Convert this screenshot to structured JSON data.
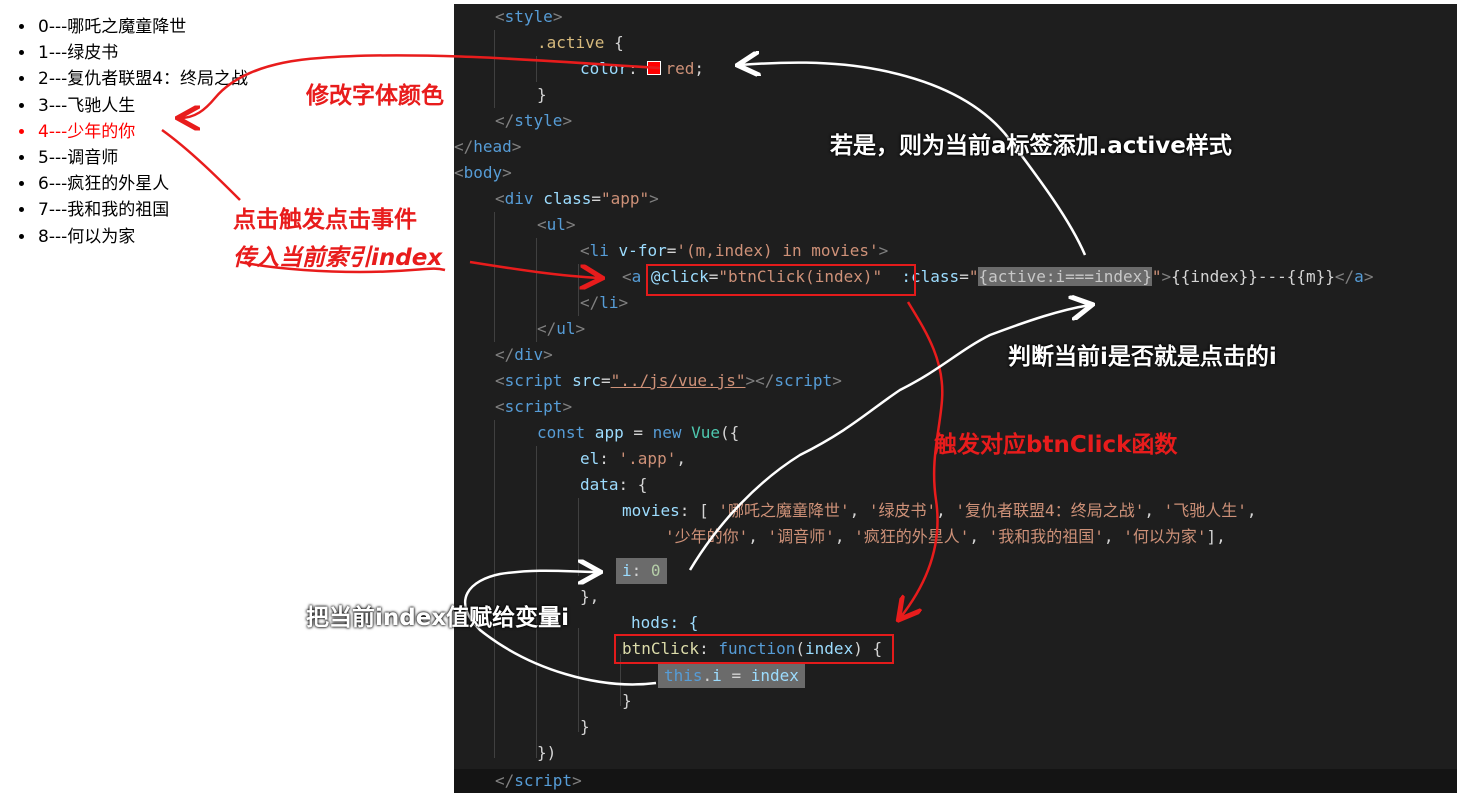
{
  "rendered_list": [
    "0---哪吒之魔童降世",
    "1---绿皮书",
    "2---复仇者联盟4：终局之战",
    "3---飞驰人生",
    "4---少年的你",
    "5---调音师",
    "6---疯狂的外星人",
    "7---我和我的祖国",
    "8---何以为家"
  ],
  "active_index": 4,
  "colors": {
    "active": "#ff0000",
    "editor_bg": "#1e1e1e",
    "annotation_red": "#e81c1c",
    "annotation_white": "#ffffff"
  },
  "code": {
    "l1": {
      "o": "<",
      "tag": "style",
      "c": ">"
    },
    "l2": {
      "sel": ".active",
      "brace": " {"
    },
    "l3": {
      "prop": "color",
      "colon": ": ",
      "value": "red",
      "semi": ";"
    },
    "l4": {
      "brace": "}"
    },
    "l5": {
      "o": "</",
      "tag": "style",
      "c": ">"
    },
    "l6": {
      "o": "</",
      "tag": "head",
      "c": ">"
    },
    "l7": {
      "o": "<",
      "tag": "body",
      "c": ">"
    },
    "l8": {
      "o": "<",
      "tag": "div",
      "attr": "class",
      "eq": "=",
      "val": "\"app\"",
      "c": ">"
    },
    "l9": {
      "o": "<",
      "tag": "ul",
      "c": ">"
    },
    "l10": {
      "o": "<",
      "tag": "li",
      "attr": "v-for",
      "eq": "=",
      "val": "'(m,index) in movies'",
      "c": ">"
    },
    "l11": {
      "o": "<",
      "tag": "a",
      "attr1": "@click",
      "eq": "=",
      "val1": "\"btnClick(index)\"",
      "attr2": ":class",
      "q1": "\"",
      "val2": "{active:i===index}",
      "q2": "\"",
      "c": ">",
      "text": "{{index}}---{{m}}",
      "close_o": "</",
      "close_tag": "a",
      "close_c": ">"
    },
    "l12": {
      "o": "</",
      "tag": "li",
      "c": ">"
    },
    "l13": {
      "o": "</",
      "tag": "ul",
      "c": ">"
    },
    "l14": {
      "o": "</",
      "tag": "div",
      "c": ">"
    },
    "l15": {
      "o": "<",
      "tag": "script",
      "attr": "src",
      "eq": "=",
      "val": "\"../js/vue.js\"",
      "c": "></",
      "tag2": "script",
      "c2": ">"
    },
    "l16": {
      "o": "<",
      "tag": "script",
      "c": ">"
    },
    "l17": {
      "kw": "const",
      "var": " app",
      "op": " = ",
      "kw2": "new",
      "type": " Vue",
      "rest": "({"
    },
    "l18": {
      "prop": "el",
      "colon": ": ",
      "str": "'.app'",
      "rest": ","
    },
    "l19": {
      "prop": "data",
      "rest": ": {"
    },
    "l20": {
      "prop": "movies",
      "rest": ": [ ",
      "s": [
        "'哪吒之魔童降世'",
        "'绿皮书'",
        "'复仇者联盟4：终局之战'",
        "'飞驰人生'"
      ],
      "sep": ", ",
      "end": ","
    },
    "l21": {
      "s": [
        "'少年的你'",
        "'调音师'",
        "'疯狂的外星人'",
        "'我和我的祖国'",
        "'何以为家'"
      ],
      "sep": ", ",
      "end": "],"
    },
    "l22": {
      "prop": "i",
      "colon": ": ",
      "num": "0"
    },
    "l23": {
      "brace": "},"
    },
    "l24": {
      "text": "hods: {"
    },
    "l25": {
      "fn": "btnClick",
      "colon": ": ",
      "kw": "function",
      "rest": "(",
      "param": "index",
      "rest2": ") {"
    },
    "l26": {
      "kw": "this",
      "dot": ".",
      "var": "i",
      "op": " = ",
      "var2": "index"
    },
    "l27": {
      "brace": "}"
    },
    "l28": {
      "brace": "}"
    },
    "l29": {
      "brace": "})"
    },
    "l30": {
      "o": "</",
      "tag": "script",
      "c": ">"
    }
  },
  "annotations": {
    "change_color": "修改字体颜色",
    "click_line1": "点击触发点击事件",
    "click_line2": "传入当前索引index",
    "if_true": "若是，则为当前a标签添加.active样式",
    "judge": "判断当前i是否就是点击的i",
    "trigger": "触发对应btnClick函数",
    "assign": "把当前index值赋给变量i"
  }
}
